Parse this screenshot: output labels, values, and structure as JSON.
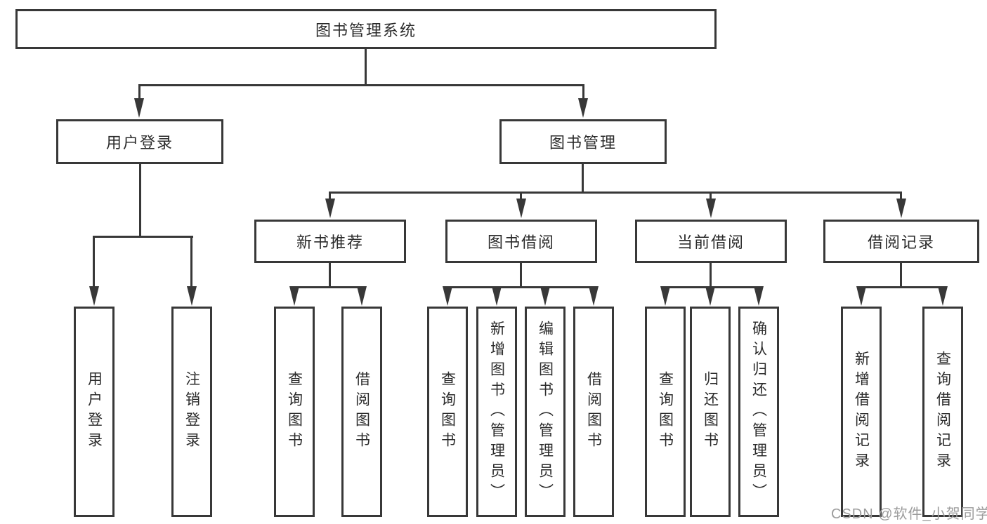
{
  "diagram": {
    "type": "hierarchy-tree",
    "title": "图书管理系统",
    "watermark": "CSDN @软件_小贺同学",
    "colors": {
      "line": "#383838",
      "text": "#2b2b2b",
      "background": "#ffffff",
      "watermark": "#9c9c9c"
    }
  },
  "nodes": {
    "root": "图书管理系统",
    "user_login": "用户登录",
    "book_mgmt": "图书管理",
    "new_book": "新书推荐",
    "book_borrow": "图书借阅",
    "current_borrow": "当前借阅",
    "borrow_record": "借阅记录"
  },
  "leaves": {
    "user_login_group": [
      "用户登录",
      "注销登录"
    ],
    "new_book_group": [
      "查询图书",
      "借阅图书"
    ],
    "book_borrow_group": [
      "查询图书",
      "新增图书（管理员）",
      "编辑图书（管理员）",
      "借阅图书"
    ],
    "current_borrow_group": [
      "查询图书",
      "归还图书",
      "确认归还（管理员）"
    ],
    "borrow_record_group": [
      "新增借阅记录",
      "查询借阅记录"
    ]
  },
  "tree": {
    "图书管理系统": {
      "用户登录": [
        "用户登录",
        "注销登录"
      ],
      "图书管理": {
        "新书推荐": [
          "查询图书",
          "借阅图书"
        ],
        "图书借阅": [
          "查询图书",
          "新增图书（管理员）",
          "编辑图书（管理员）",
          "借阅图书"
        ],
        "当前借阅": [
          "查询图书",
          "归还图书",
          "确认归还（管理员）"
        ],
        "借阅记录": [
          "新增借阅记录",
          "查询借阅记录"
        ]
      }
    }
  }
}
